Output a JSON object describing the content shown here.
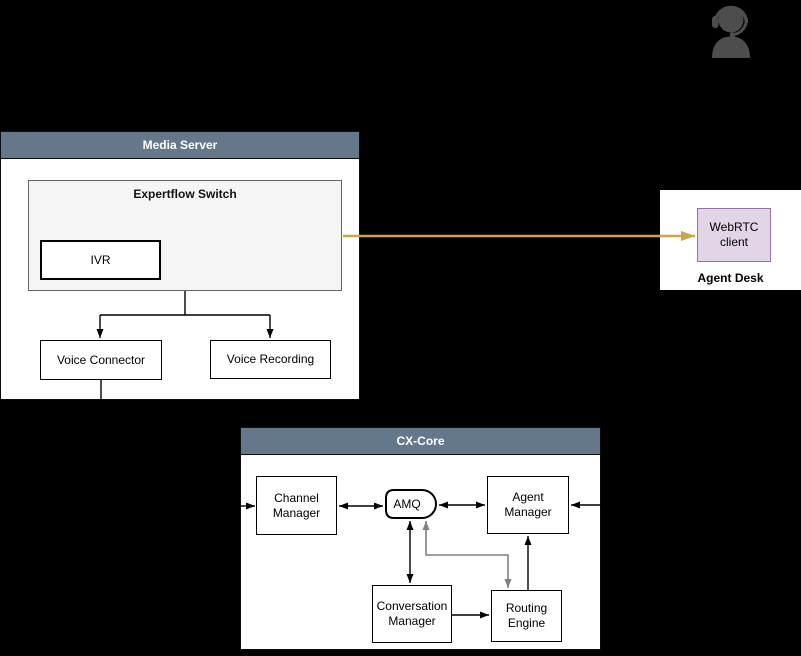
{
  "diagram": {
    "media_server": {
      "title": "Media Server",
      "expertflow_switch": "Expertflow Switch",
      "ivr": "IVR",
      "voice_connector": "Voice Connector",
      "voice_recording": "Voice Recording"
    },
    "agent_desk": {
      "title": "Agent Desk",
      "webrtc_client": "WebRTC client"
    },
    "cx_core": {
      "title": "CX-Core",
      "channel_manager": "Channel Manager",
      "amq": "AMQ",
      "agent_manager": "Agent Manager",
      "conversation_manager": "Conversation Manager",
      "routing_engine": "Routing Engine"
    },
    "icons": {
      "agent_person": "call-center-agent-icon"
    },
    "colors": {
      "background": "#000000",
      "container_header": "#65788b",
      "container_body": "#ffffff",
      "switch_fill": "#f5f5f5",
      "switch_border": "#666666",
      "webrtc_fill": "#e1d5e7",
      "webrtc_border": "#9673a6",
      "connector_black": "#000000",
      "connector_gray": "#808080",
      "connector_gold": "#c9a648",
      "person_icon": "#4d4d4d"
    }
  }
}
